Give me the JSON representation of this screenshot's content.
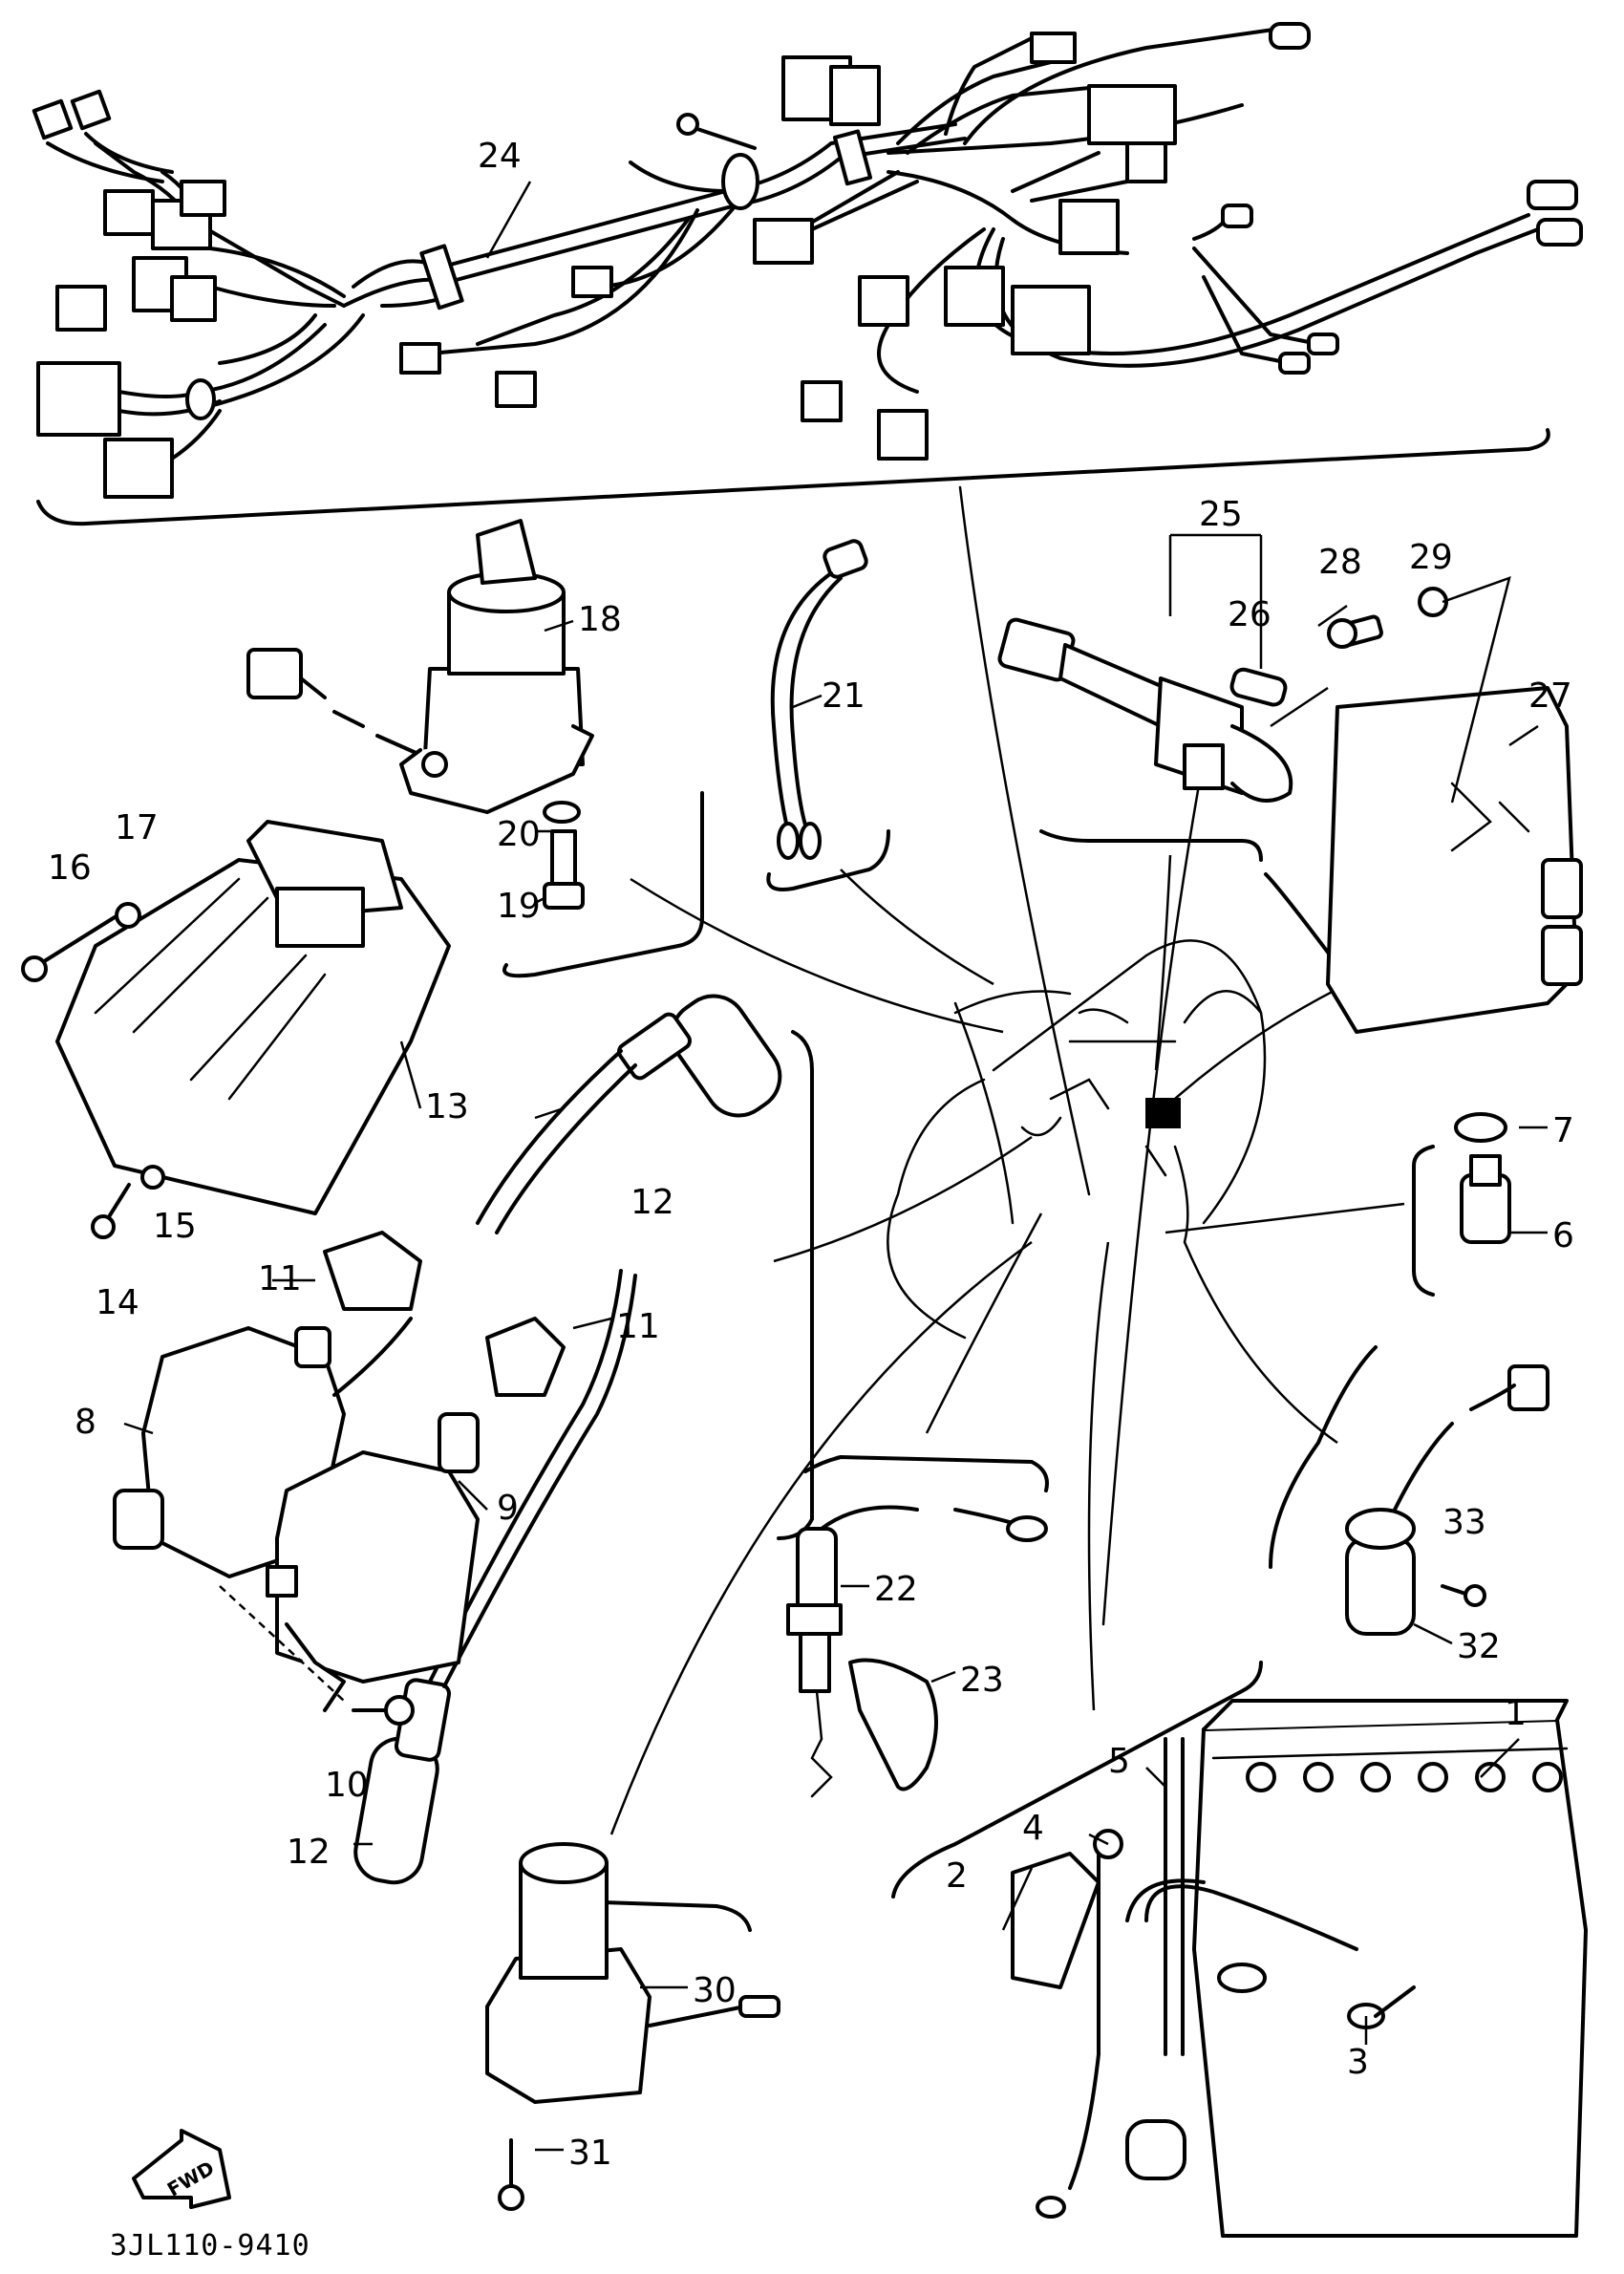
{
  "diagram_code": "3JL110-9410",
  "fwd_label": "FWD",
  "callouts": [
    {
      "id": "c1",
      "label": "1"
    },
    {
      "id": "c2",
      "label": "2"
    },
    {
      "id": "c3",
      "label": "3"
    },
    {
      "id": "c4",
      "label": "4"
    },
    {
      "id": "c5",
      "label": "5"
    },
    {
      "id": "c6",
      "label": "6"
    },
    {
      "id": "c7",
      "label": "7"
    },
    {
      "id": "c8",
      "label": "8"
    },
    {
      "id": "c9",
      "label": "9"
    },
    {
      "id": "c10",
      "label": "10"
    },
    {
      "id": "c11a",
      "label": "11"
    },
    {
      "id": "c11b",
      "label": "11"
    },
    {
      "id": "c12a",
      "label": "12"
    },
    {
      "id": "c12b",
      "label": "12"
    },
    {
      "id": "c13",
      "label": "13"
    },
    {
      "id": "c14",
      "label": "14"
    },
    {
      "id": "c15",
      "label": "15"
    },
    {
      "id": "c16",
      "label": "16"
    },
    {
      "id": "c17",
      "label": "17"
    },
    {
      "id": "c18",
      "label": "18"
    },
    {
      "id": "c19",
      "label": "19"
    },
    {
      "id": "c20",
      "label": "20"
    },
    {
      "id": "c21",
      "label": "21"
    },
    {
      "id": "c22",
      "label": "22"
    },
    {
      "id": "c23",
      "label": "23"
    },
    {
      "id": "c24",
      "label": "24"
    },
    {
      "id": "c25",
      "label": "25"
    },
    {
      "id": "c26",
      "label": "26"
    },
    {
      "id": "c27",
      "label": "27"
    },
    {
      "id": "c28",
      "label": "28"
    },
    {
      "id": "c29",
      "label": "29"
    },
    {
      "id": "c30",
      "label": "30"
    },
    {
      "id": "c31",
      "label": "31"
    },
    {
      "id": "c32",
      "label": "32"
    },
    {
      "id": "c33",
      "label": "33"
    }
  ]
}
